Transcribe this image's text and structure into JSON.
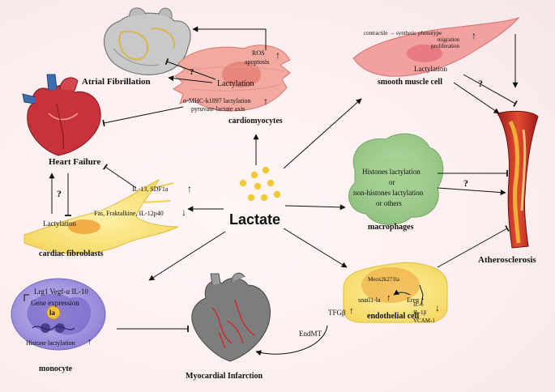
{
  "center": {
    "label": "Lactate"
  },
  "atrial_fibrillation": {
    "label": "Atrial Fibrillation"
  },
  "heart_failure": {
    "label": "Heart Failure"
  },
  "cardiomyocytes": {
    "label": "cardiomyocytes",
    "ros": "ROS",
    "apoptosis": "apoptosis",
    "lactylation": "Lactylation",
    "mhc": "α-MHC-k1897 lactylation",
    "pyruvate": "pyruvate-lactate axis"
  },
  "cardiac_fibroblasts": {
    "label": "cardiac fibroblasts",
    "up": "IL-13, SDF1a",
    "down": "Fas, Fraktalkine, IL-12p40",
    "lactylation": "Lactylation"
  },
  "smooth_muscle": {
    "label": "smooth muscle cell",
    "phenotype": "contractile → synthetic phenotype",
    "migration": "migration",
    "proliferation": "proliferation",
    "lactylation": "Lactylation"
  },
  "macrophages": {
    "label": "macrophages",
    "line1": "Histones lactylation",
    "line2": "or",
    "line3": "non-histones lactylation",
    "line4": "or others"
  },
  "atherosclerosis": {
    "label": "Atherosclerosis"
  },
  "endothelial": {
    "label": "endothelial cell",
    "meox": "Meox2k271la",
    "snail": "snail1-la",
    "ereg": "Ereg",
    "il6": "IL-6",
    "il1b": "IL-1β",
    "vcam": "VCAM-1",
    "tgfb": "TFGβ",
    "endmt": "EndMT"
  },
  "monocyte": {
    "label": "monocyte",
    "genes": "Lrg1 Vegf-α  IL-10",
    "expression": "Gene expression",
    "la": "la",
    "histone": "Histone lactylation"
  },
  "myocardial": {
    "label": "Myocardial Infarction"
  },
  "question": "?",
  "arrow_up": "↑",
  "arrow_down": "↓"
}
